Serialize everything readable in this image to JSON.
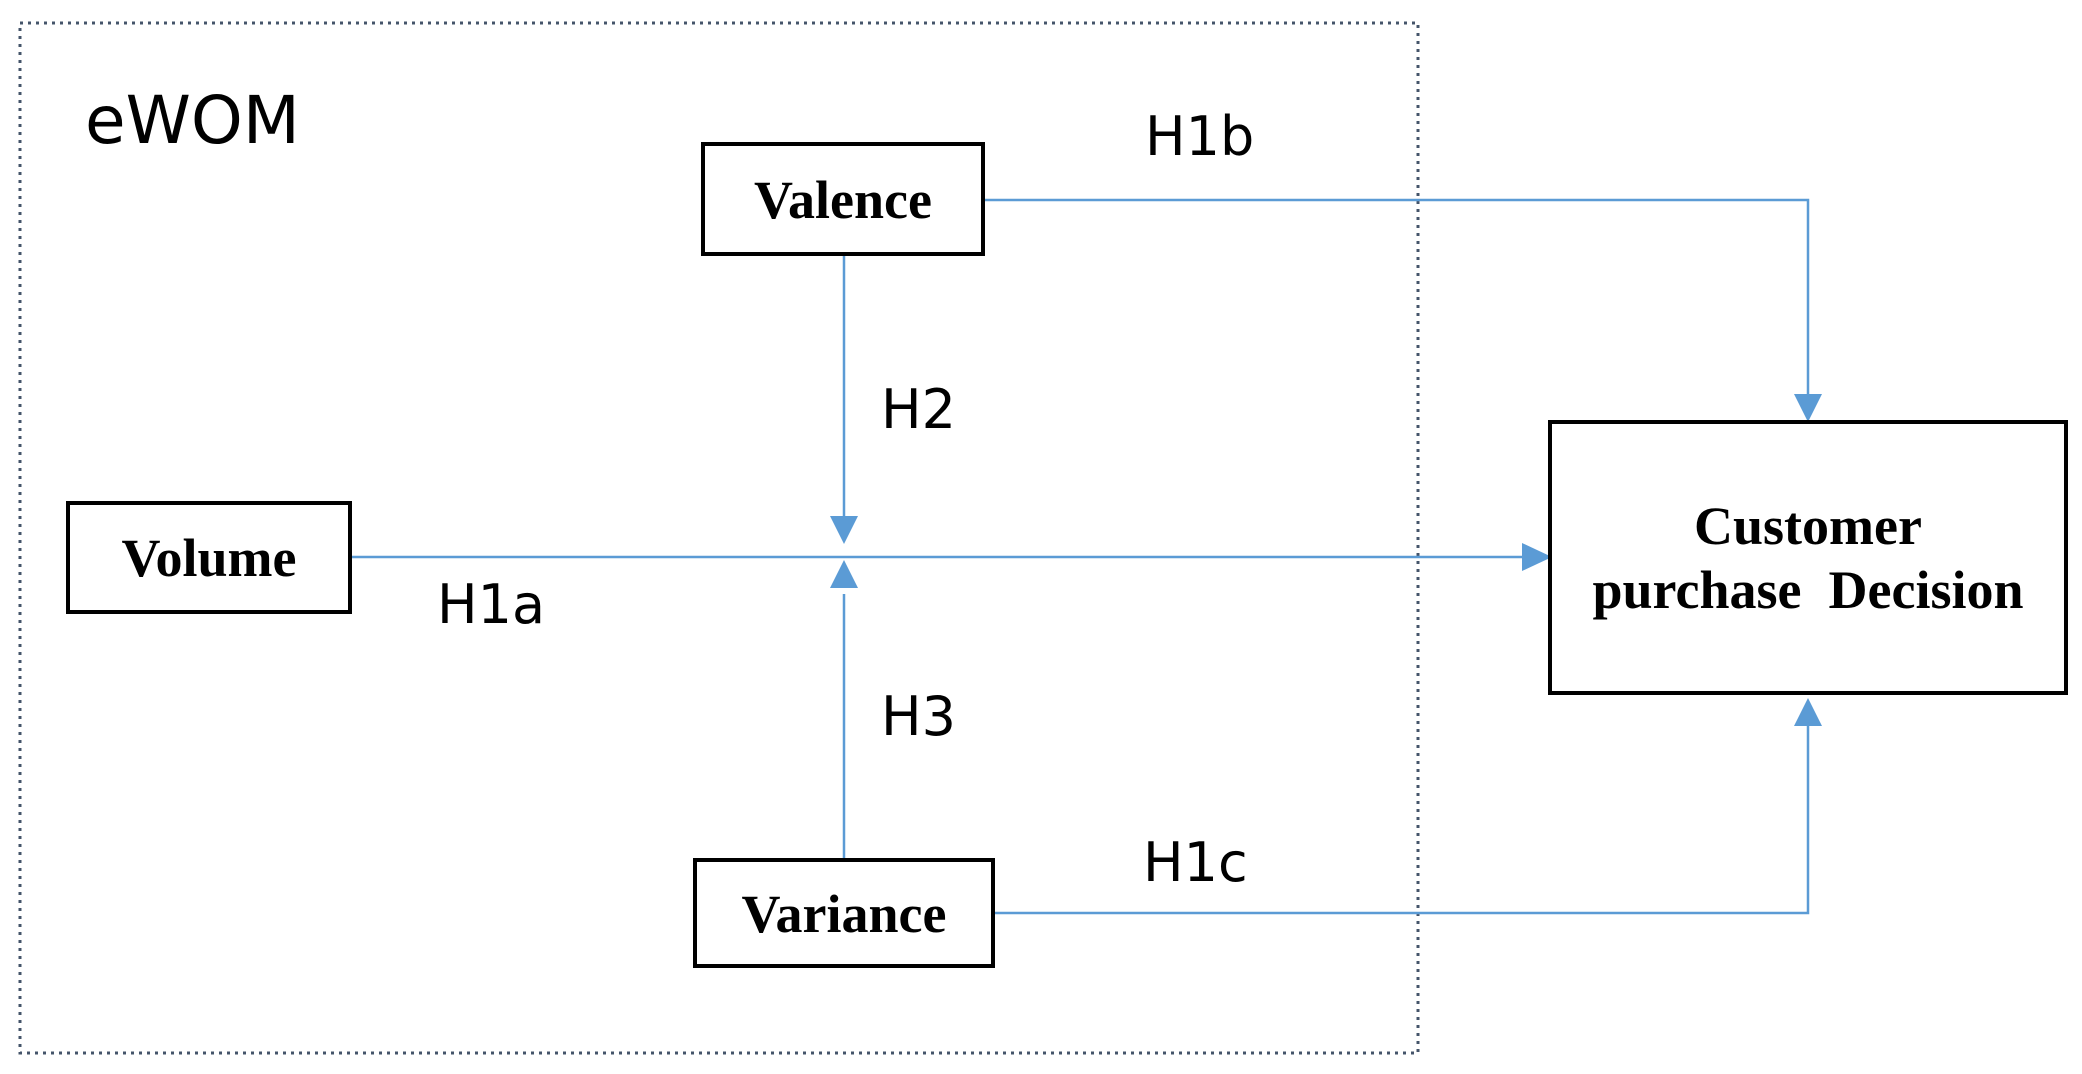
{
  "diagram": {
    "group": {
      "label": "eWOM"
    },
    "nodes": {
      "valence": "Valence",
      "volume": "Volume",
      "variance": "Variance",
      "decision_line1": "Customer",
      "decision_line2": "purchase  Decision"
    },
    "hypotheses": {
      "h1a": "H1a",
      "h1b": "H1b",
      "h1c": "H1c",
      "h2": "H2",
      "h3": "H3"
    },
    "colors": {
      "arrow": "#5b9bd5",
      "group_border": "#44546a",
      "box_border": "#000000"
    }
  }
}
